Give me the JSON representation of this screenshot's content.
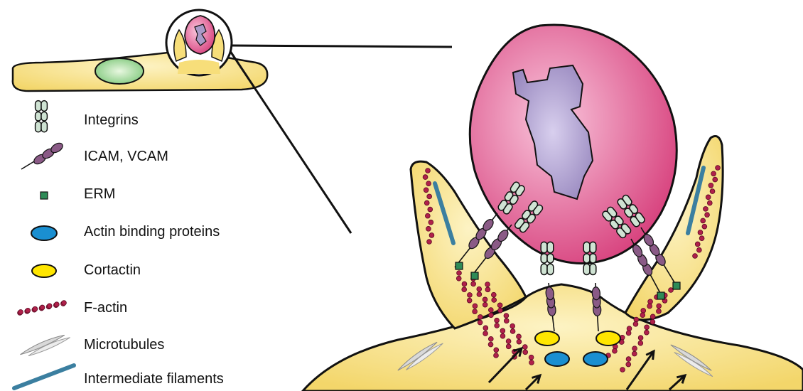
{
  "legend": {
    "items": [
      {
        "key": "integrins",
        "label": "Integrins",
        "icon": "integrin-icon",
        "color": "#cfe3d3"
      },
      {
        "key": "icam",
        "label": "ICAM, VCAM",
        "icon": "icam-vcam-icon",
        "color": "#8a5a86"
      },
      {
        "key": "erm",
        "label": "ERM",
        "icon": "erm-icon",
        "color": "#2e8b57"
      },
      {
        "key": "abp",
        "label": "Actin binding proteins",
        "icon": "actin-binding-protein-icon",
        "color": "#1a8fd1"
      },
      {
        "key": "cortactin",
        "label": "Cortactin",
        "icon": "cortactin-icon",
        "color": "#ffe600"
      },
      {
        "key": "factin",
        "label": "F-actin",
        "icon": "f-actin-icon",
        "color": "#b0204a"
      },
      {
        "key": "microtubules",
        "label": "Microtubules",
        "icon": "microtubule-icon",
        "color": "#d9d9d9"
      },
      {
        "key": "intermediate",
        "label": "Intermediate filaments",
        "icon": "intermediate-filament-icon",
        "color": "#3b7fa0"
      }
    ]
  },
  "colors": {
    "cell_body": "#f7de7a",
    "cell_light": "#fbefb8",
    "leukocyte": "#e0709e",
    "nucleus": "#a99ac8",
    "endothelial_nucleus": "#8fd08f",
    "outline": "#111111"
  }
}
